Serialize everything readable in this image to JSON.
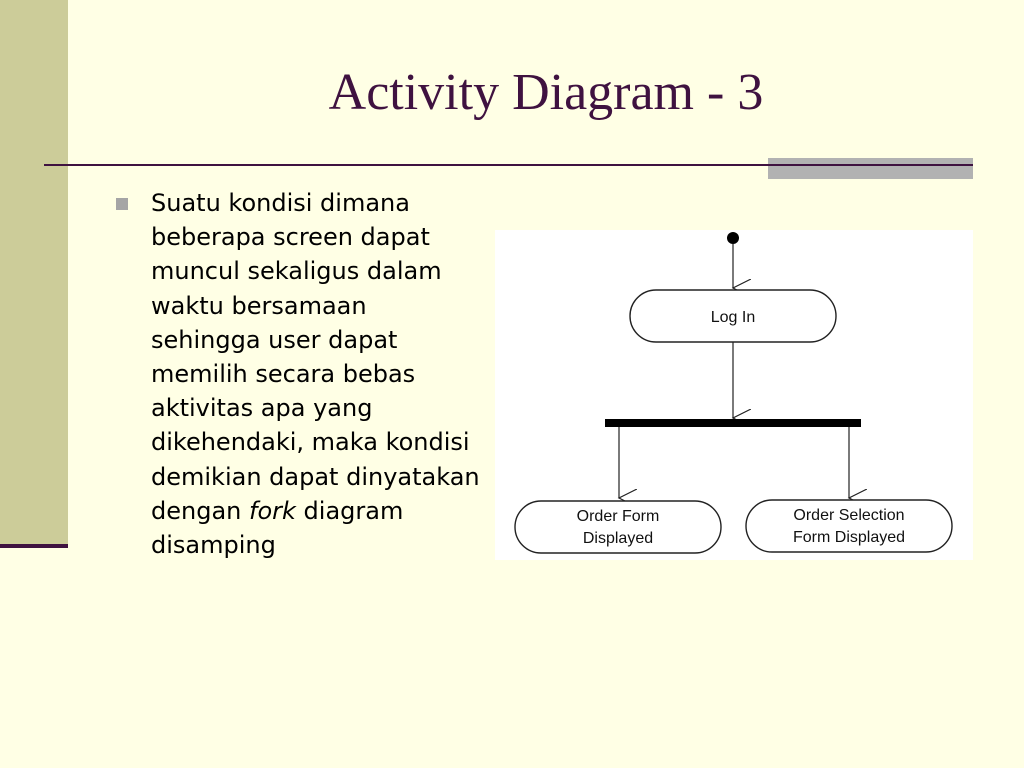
{
  "slide": {
    "title": "Activity Diagram - 3",
    "bullet": {
      "text_before": "Suatu kondisi dimana beberapa screen dapat muncul sekaligus dalam waktu bersamaan sehingga user dapat memilih secara bebas aktivitas apa yang dikehendaki, maka kondisi demikian dapat dinyatakan dengan ",
      "emphasis": "fork",
      "text_after": " diagram disamping"
    }
  },
  "diagram": {
    "nodes": {
      "login": "Log In",
      "order_form_line1": "Order Form",
      "order_form_line2": "Displayed",
      "order_selection_line1": "Order Selection",
      "order_selection_line2": "Form Displayed"
    }
  },
  "colors": {
    "background": "#FFFFE5",
    "accent_band": "#CCCC99",
    "title_text": "#3F1240",
    "rule": "#3F1240",
    "rule_accent": "#B2B2B2",
    "bullet_marker": "#A5A5A5"
  }
}
